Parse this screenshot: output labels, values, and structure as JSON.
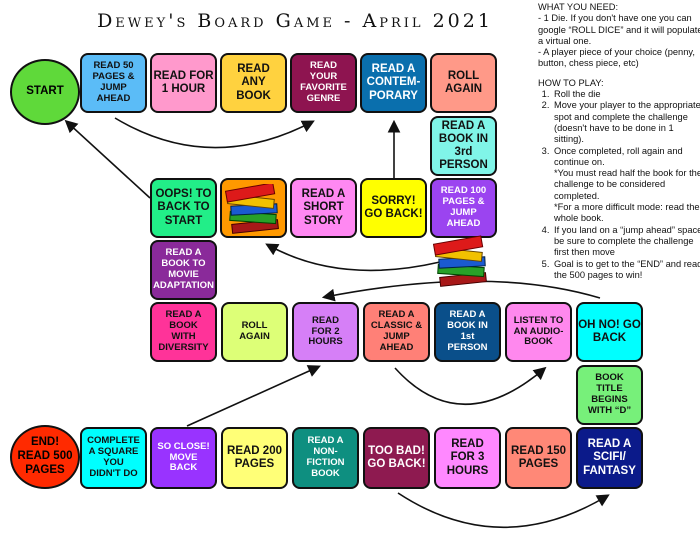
{
  "title": "Dewey's Board Game - April 2021",
  "instructions": {
    "what_heading": "WHAT YOU NEED:",
    "what_items": [
      "- 1 Die. If you don't have one you can google “ROLL DICE” and it will populate a virtual one.",
      "-  A player piece of your choice (penny, button, chess piece, etc)"
    ],
    "how_heading": "HOW TO PLAY:",
    "steps": [
      "Roll the die",
      "Move your player to the appropriate spot and complete the challenge (doesn't have to be done in 1 sitting).",
      "Once completed, roll again and continue on.",
      "If you land on a “jump ahead” space be sure to complete the challenge first then move",
      "Goal is to get to the “END” and read the 500 pages to win!"
    ],
    "step3_notes": [
      "*You must read half the book for the challenge to be considered completed.",
      "*For a more difficult mode: read the whole book."
    ]
  },
  "start": {
    "label": "START",
    "color": "#5fd93a"
  },
  "end": {
    "label": "END!\nREAD 500\nPAGES",
    "color": "#ff2a00"
  },
  "tiles": [
    {
      "label": "READ 50\nPAGES &\nJUMP\nAHEAD",
      "color": "#5bbcf7"
    },
    {
      "label": "READ FOR\n1 HOUR",
      "color": "#ff99cc"
    },
    {
      "label": "READ\nANY\nBOOK",
      "color": "#ffd23f"
    },
    {
      "label": "READ\nYOUR\nFAVORITE\nGENRE",
      "color": "#8e1450"
    },
    {
      "label": "READ A\nCONTEM-\nPORARY",
      "color": "#0a6fad"
    },
    {
      "label": "ROLL\nAGAIN",
      "color": "#ff9988"
    },
    {
      "label": "READ A\nBOOK IN 3rd\nPERSON",
      "color": "#80f5e8"
    },
    {
      "label": "READ 100\nPAGES &\nJUMP\nAHEAD",
      "color": "#9b44f0"
    },
    {
      "label": "SORRY!\nGO BACK!",
      "color": "#ffff00"
    },
    {
      "label": "READ A\nSHORT\nSTORY",
      "color": "#ff88f2"
    },
    {
      "label": "",
      "color": "#ff9900"
    },
    {
      "label": "OOPS! TO\nBACK TO\nSTART",
      "color": "#22ee88"
    },
    {
      "label": "READ A\nBOOK TO\nMOVIE\nADAPTATION",
      "color": "#8a2a9a"
    },
    {
      "label": "READ A\nBOOK\nWITH\nDIVERSITY",
      "color": "#ff3399"
    },
    {
      "label": "ROLL\nAGAIN",
      "color": "#ddff77"
    },
    {
      "label": "READ\nFOR 2\nHOURS",
      "color": "#d67ff7"
    },
    {
      "label": "READ A\nCLASSIC &\nJUMP\nAHEAD",
      "color": "#ff8077"
    },
    {
      "label": "READ A\nBOOK IN\n1st\nPERSON",
      "color": "#0a4f8a"
    },
    {
      "label": "LISTEN TO\nAN AUDIO-\nBOOK",
      "color": "#ff88ee"
    },
    {
      "label": "OH NO! GO\nBACK",
      "color": "#00ffff"
    },
    {
      "label": "BOOK\nTITLE\nBEGINS\nWITH “D”",
      "color": "#77f07a"
    },
    {
      "label": "READ A\nSCIFI/\nFANTASY",
      "color": "#0b1a8a"
    },
    {
      "label": "READ 150\nPAGES",
      "color": "#ff8877"
    },
    {
      "label": "READ\nFOR 3\nHOURS",
      "color": "#ff88ff"
    },
    {
      "label": "TOO BAD!\nGO BACK!",
      "color": "#8e1a50"
    },
    {
      "label": "READ A\nNON-\nFICTION\nBOOK",
      "color": "#0e8f80"
    },
    {
      "label": "READ 200\nPAGES",
      "color": "#ffff77"
    },
    {
      "label": "SO CLOSE!\nMOVE\nBACK",
      "color": "#9933ff"
    },
    {
      "label": "COMPLETE\nA SQUARE\nYOU\nDIDN'T DO",
      "color": "#00ffff"
    }
  ]
}
